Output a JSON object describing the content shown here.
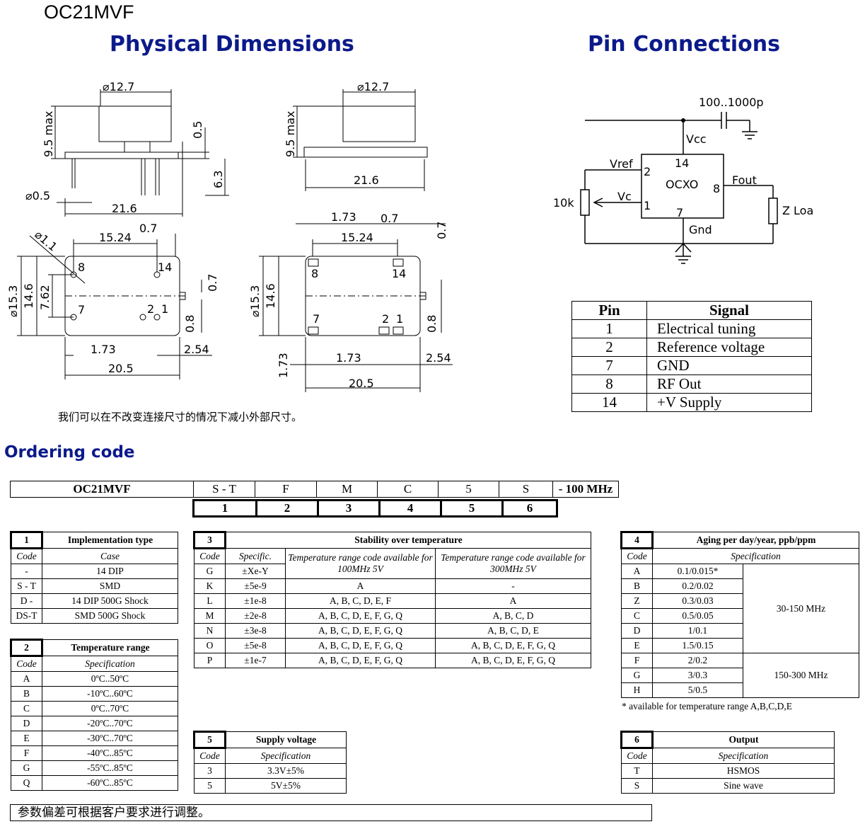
{
  "header": {
    "model": "OC21MVF",
    "physical_title": "Physical Dimensions",
    "pin_title": "Pin Connections"
  },
  "drawing_labels": {
    "d12_7": "⌀12.7",
    "h9_5": "9.5 max",
    "v0_5": "0.5",
    "v6_3": "6.3",
    "d0_5": "⌀0.5",
    "w21_6": "21.6",
    "d1_1": "⌀1.1",
    "w15_24": "15.24",
    "v0_7": "0.7",
    "h15_3": "⌀15.3",
    "h14_6": "14.6",
    "h7_62": "7.62",
    "v0_8": "0.8",
    "w1_73": "1.73",
    "w2_54": "2.54",
    "w20_5": "20.5",
    "p8": "8",
    "p14": "14",
    "p7": "7",
    "p2": "2",
    "p1": "1"
  },
  "drawing_note": "我们可以在不改变连接尺寸的情况下减小外部尺寸。",
  "circuit": {
    "cap": "100..1000p",
    "vcc": "Vcc",
    "pin14": "14",
    "vref": "Vref",
    "pin2": "2",
    "ocxo": "OCXO",
    "pin8": "8",
    "fout": "Fout",
    "pot": "10k",
    "vc": "Vc",
    "pin1": "1",
    "pin7": "7",
    "gnd": "Gnd",
    "zload": "Z Load"
  },
  "pin_table": {
    "headers": [
      "Pin",
      "Signal"
    ],
    "rows": [
      [
        "1",
        "Electrical tuning"
      ],
      [
        "2",
        "Reference voltage"
      ],
      [
        "7",
        "GND"
      ],
      [
        "8",
        "RF Out"
      ],
      [
        "14",
        "+V Supply"
      ]
    ]
  },
  "ordering": {
    "title": "Ordering code",
    "model": "OC21MVF",
    "codes": [
      "S - T",
      "F",
      "M",
      "C",
      "5",
      "S"
    ],
    "suffix": "- 100 MHz",
    "positions": [
      "1",
      "2",
      "3",
      "4",
      "5",
      "6"
    ]
  },
  "t1": {
    "num": "1",
    "title": "Implementation type",
    "col1": "Code",
    "col2": "Case",
    "rows": [
      [
        "-",
        "14 DIP"
      ],
      [
        "S - T",
        "SMD"
      ],
      [
        "D -",
        "14 DIP 500G Shock"
      ],
      [
        "DS-T",
        "SMD 500G Shock"
      ]
    ]
  },
  "t2": {
    "num": "2",
    "title": "Temperature range",
    "col1": "Code",
    "col2": "Specification",
    "rows": [
      [
        "A",
        "0ºC..50ºC"
      ],
      [
        "B",
        "-10ºC..60ºC"
      ],
      [
        "C",
        "0ºC..70ºC"
      ],
      [
        "D",
        "-20ºC..70ºC"
      ],
      [
        "E",
        "-30ºC..70ºC"
      ],
      [
        "F",
        "-40ºC..85ºC"
      ],
      [
        "G",
        "-55ºC..85ºC"
      ],
      [
        "Q",
        "-60ºC..85ºC"
      ]
    ]
  },
  "t3": {
    "num": "3",
    "title": "Stability over temperature",
    "col1": "Code",
    "col2": "Specific.",
    "col3": "Temperature range code available for 100MHz 5V",
    "col4": "Temperature range code available for 300MHz 5V",
    "rows": [
      [
        "G",
        "±Xe-Y",
        "",
        ""
      ],
      [
        "K",
        "±5e-9",
        "A",
        "-"
      ],
      [
        "L",
        "±1e-8",
        "A, B, C, D, E, F",
        "A"
      ],
      [
        "M",
        "±2e-8",
        "A, B, C, D, E, F, G, Q",
        "A, B, C, D"
      ],
      [
        "N",
        "±3e-8",
        "A, B, C, D, E, F, G, Q",
        "A, B, C, D, E"
      ],
      [
        "O",
        "±5e-8",
        "A, B, C, D, E, F, G, Q",
        "A, B, C, D, E, F, G, Q"
      ],
      [
        "P",
        "±1e-7",
        "A, B, C, D, E, F, G, Q",
        "A, B, C, D, E, F, G, Q"
      ]
    ]
  },
  "t4": {
    "num": "4",
    "title": "Aging per day/year, ppb/ppm",
    "col1": "Code",
    "col2": "Specification",
    "rows": [
      [
        "A",
        "0.1/0.015*"
      ],
      [
        "B",
        "0.2/0.02"
      ],
      [
        "Z",
        "0.3/0.03"
      ],
      [
        "C",
        "0.5/0.05"
      ],
      [
        "D",
        "1/0.1"
      ],
      [
        "E",
        "1.5/0.15"
      ],
      [
        "F",
        "2/0.2"
      ],
      [
        "G",
        "3/0.3"
      ],
      [
        "H",
        "5/0.5"
      ]
    ],
    "range1": "30-150 MHz",
    "range2": "150-300 MHz",
    "note": "* available for temperature range A,B,C,D,E"
  },
  "t5": {
    "num": "5",
    "title": "Supply voltage",
    "col1": "Code",
    "col2": "Specification",
    "rows": [
      [
        "3",
        "3.3V±5%"
      ],
      [
        "5",
        "5V±5%"
      ]
    ]
  },
  "t6": {
    "num": "6",
    "title": "Output",
    "col1": "Code",
    "col2": "Specification",
    "rows": [
      [
        "T",
        "HSMOS"
      ],
      [
        "S",
        "Sine wave"
      ]
    ]
  },
  "footer_note": "参数偏差可根据客户要求进行调整。"
}
